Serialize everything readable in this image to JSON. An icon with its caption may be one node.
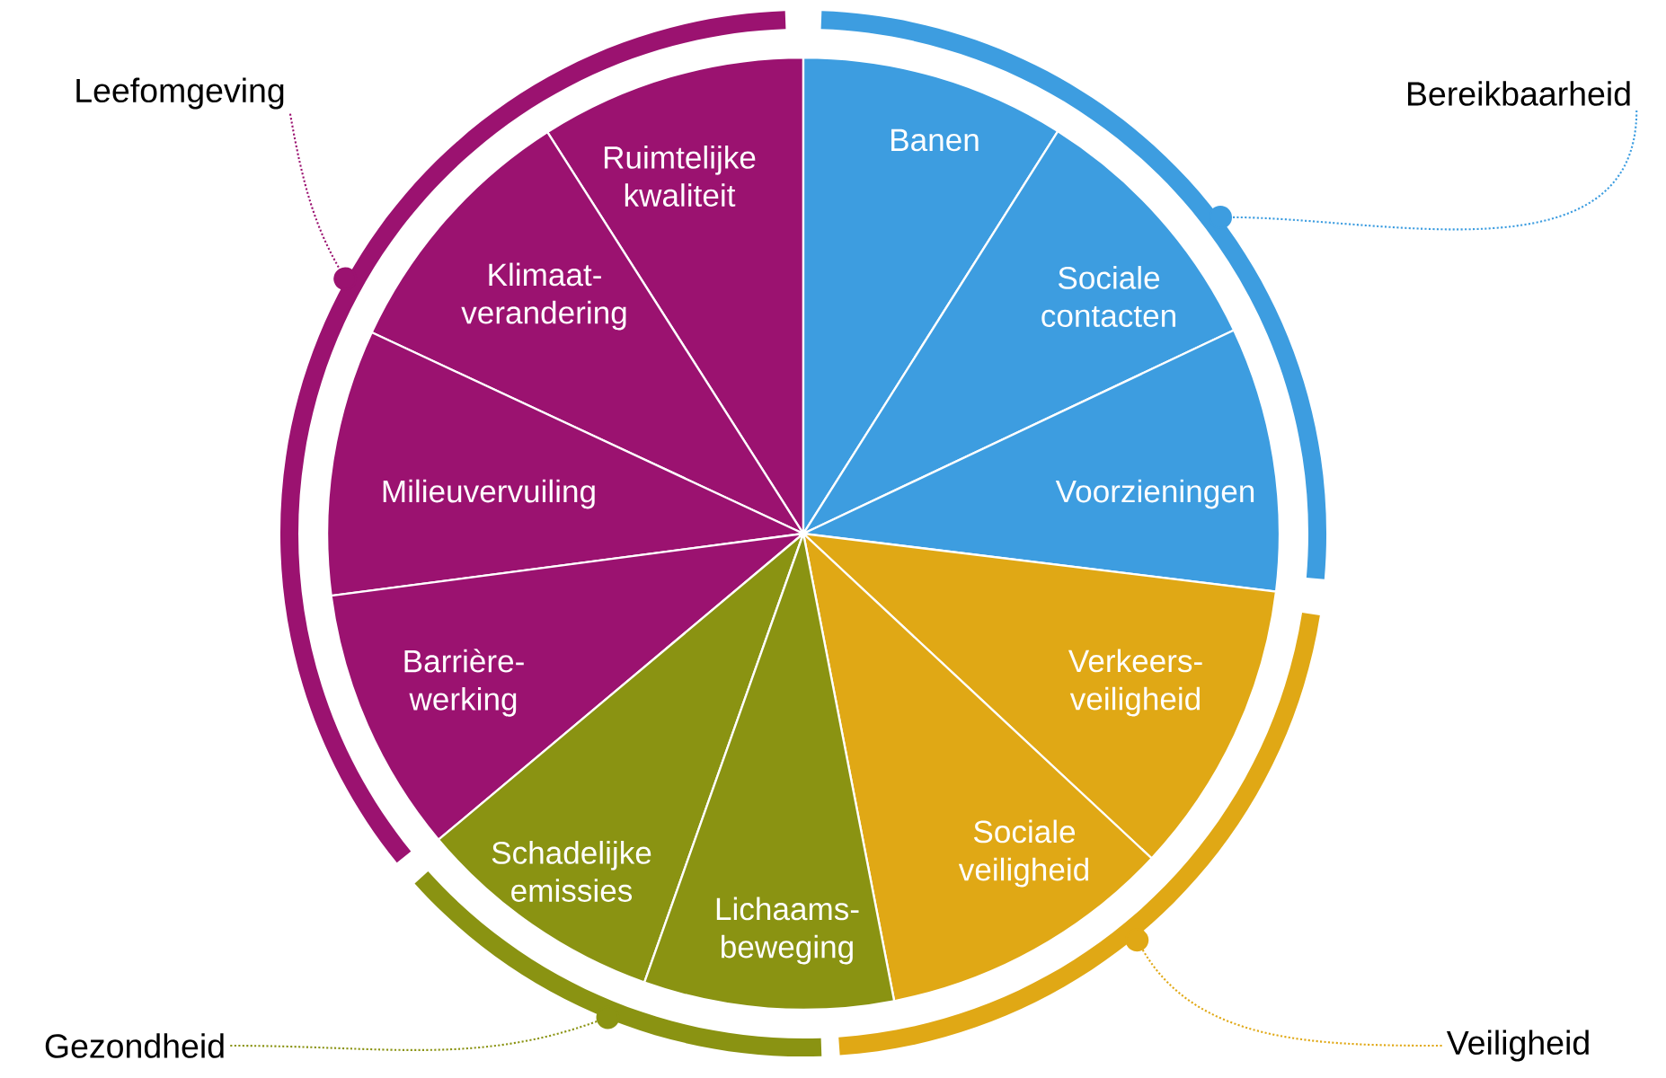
{
  "diagram": {
    "nodes": [
      {
        "text": [
          "Leefomgeving"
        ]
      },
      {
        "text": [
          "Bereikbaarheid"
        ]
      },
      {
        "text": [],
        "shape": "band"
      },
      {
        "text": [],
        "shape": "band"
      },
      {
        "text": [
          "Ruimtelijke kwaliteit"
        ]
      },
      {
        "text": [
          "Banen"
        ]
      },
      {
        "text": [
          "Klimaat-verandering"
        ]
      },
      {
        "text": [
          "Sociale contacten"
        ]
      },
      {
        "text": [
          "Milieuvervuiling"
        ]
      },
      {
        "text": [
          "Voorzieningen"
        ]
      },
      {
        "text": [
          "Barrière-werking"
        ]
      },
      {
        "text": [
          "Verkeers-veiligheid"
        ]
      },
      {
        "text": [
          "Schadelijke emissies"
        ]
      },
      {
        "text": [
          "Sociale veiligheid"
        ]
      },
      {
        "text": [
          "Lichaams-beweging"
        ]
      },
      {
        "text": [],
        "shape": "band"
      },
      {
        "text": [],
        "shape": "band"
      },
      {
        "text": [
          "Gezondheid"
        ]
      },
      {
        "text": [
          "Veiligheid"
        ]
      }
    ],
    "edges": [
      {
        "from": 0,
        "to": 2,
        "arrow": "other",
        "style": "dashed",
        "color": "#9b1270"
      },
      {
        "from": 1,
        "to": 3,
        "arrow": "other",
        "style": "dashed",
        "color": "#3d9de0"
      },
      {
        "from": 17,
        "to": 15,
        "arrow": "other",
        "style": "dashed",
        "color": "#8a9312"
      },
      {
        "from": 18,
        "to": 16,
        "arrow": "other",
        "style": "dashed",
        "color": "#e0a815"
      }
    ]
  }
}
